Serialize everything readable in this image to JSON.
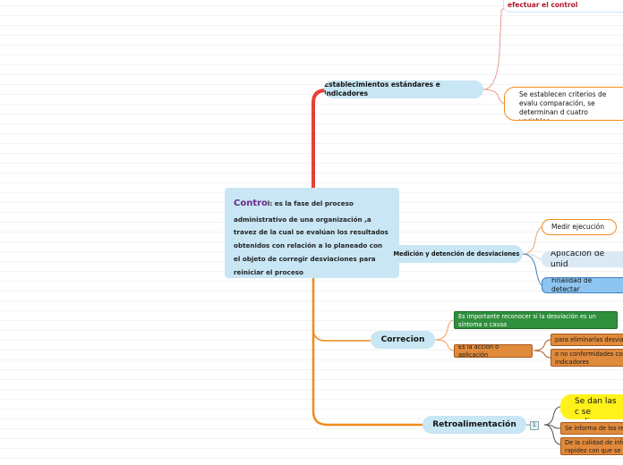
{
  "central": {
    "title": "Contro",
    "body": "l: es la fase del proceso administrativo de una  organización ,a travez de la cual se evalúan los resultados obtenidos con relación a lo planeado con el objeto de corregir desviaciones para reiniciar el proceso"
  },
  "branches": {
    "establecimientos": {
      "label": "Establecimientos estándares e indicadores",
      "child_top": "efectuar el control",
      "child_criterios": "Se establecen criterios de evalu comparación, se determinan d cuatro variables"
    },
    "medicion": {
      "label": "Medición y detención de desviaciones",
      "children": [
        "Medir ejecución",
        "Aplicación de unid",
        "Finalidad de detectar"
      ]
    },
    "correcion": {
      "label": "Correcion",
      "green": "Es importante reconocer si la desviación es un síntoma o causa",
      "orange": "Es la acción o aplicación",
      "orange_children": [
        "para eliminarlas desvia",
        "o no conformidades con indicadores"
      ]
    },
    "retro": {
      "label": "Retroalimentación",
      "badge": "1",
      "yellow": "Se dan las c se aplicaron",
      "orange_children": [
        "Se informa de los re",
        "De la calidad de info rapidez con que se r"
      ]
    }
  },
  "colors": {
    "red_branch": "#e84037",
    "orange_branch": "#f28b1c",
    "pill": "#c8e6f4",
    "title": "#6a2a8c",
    "green_box": "#2f8f3c",
    "orange_box": "#e08a3c",
    "yellow": "#fff21a"
  }
}
